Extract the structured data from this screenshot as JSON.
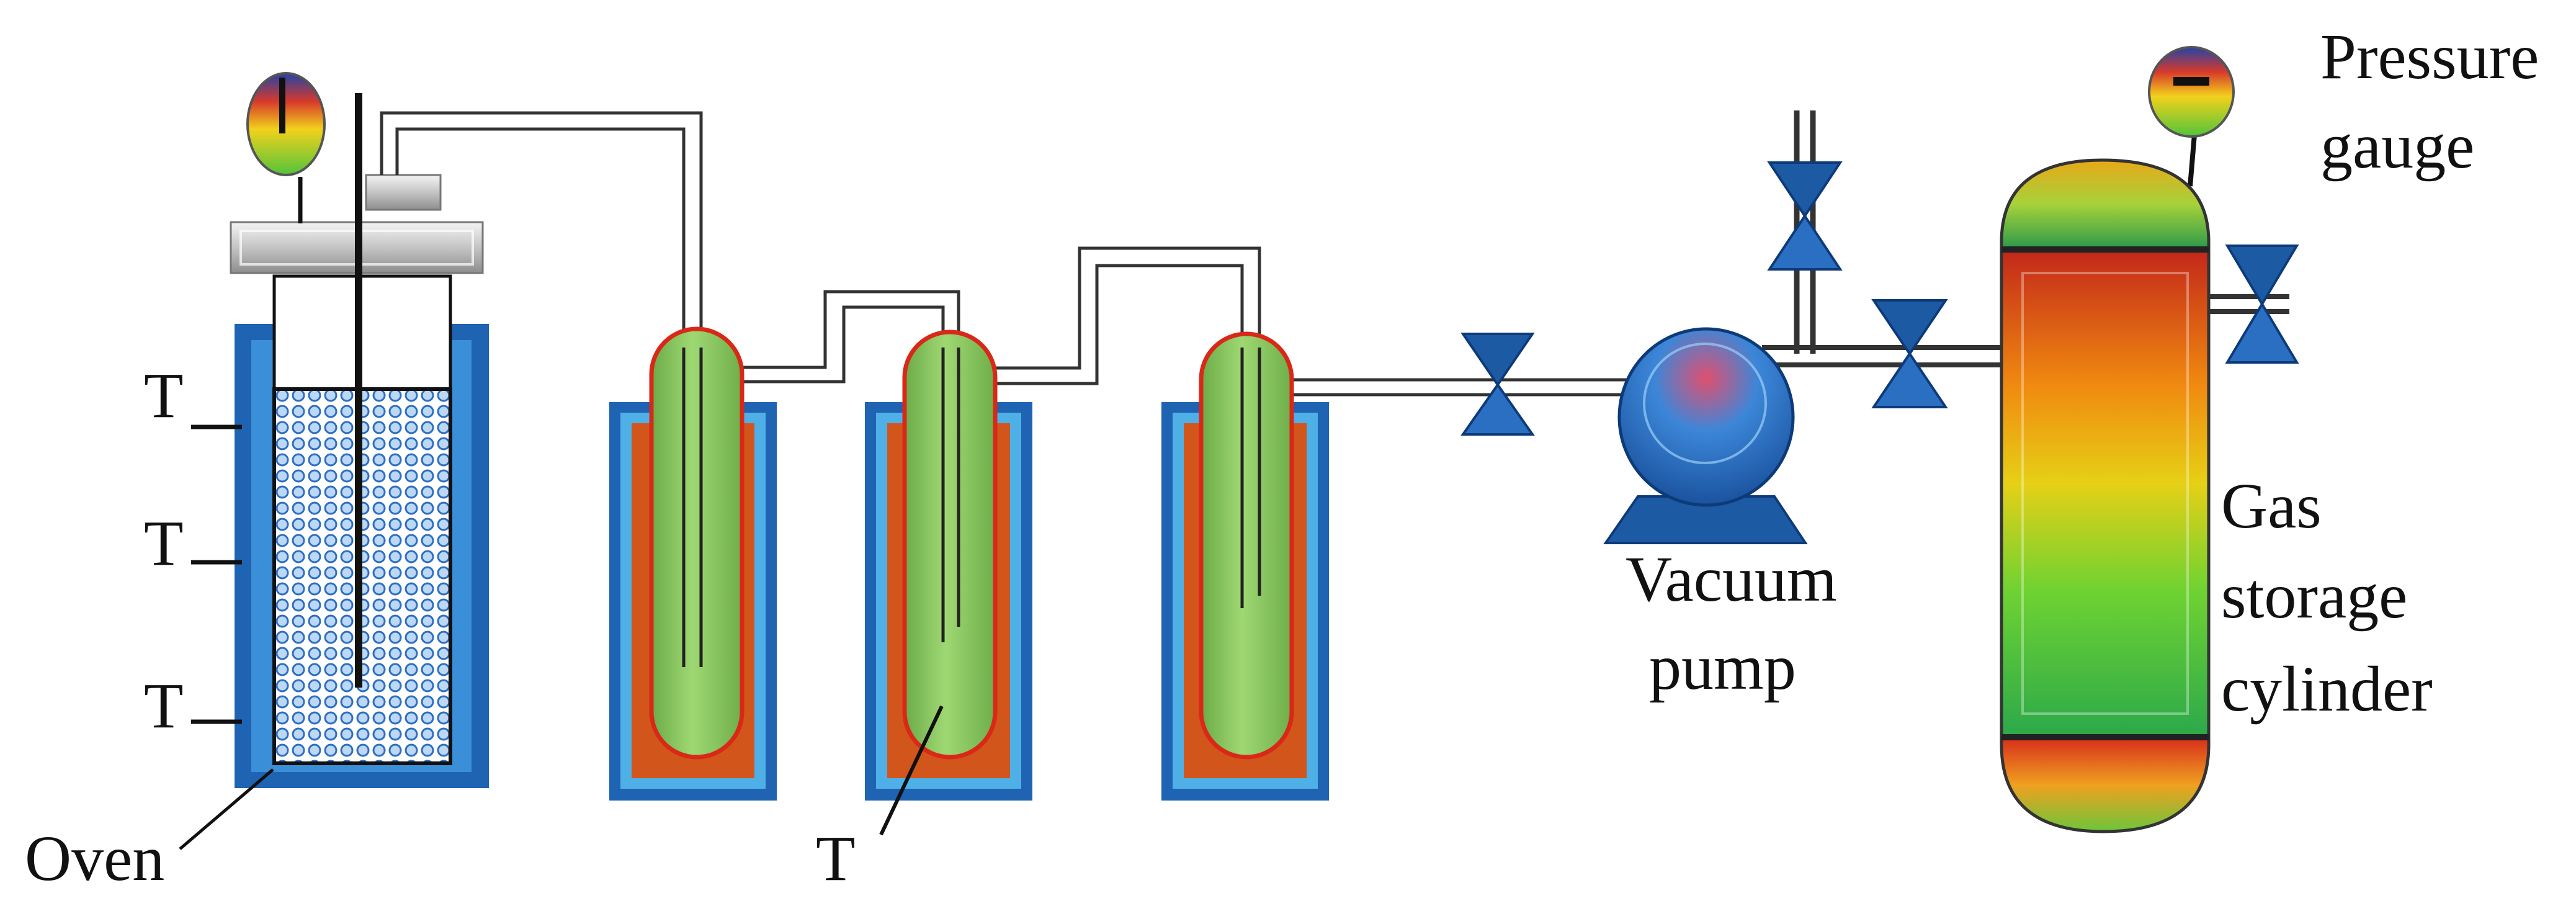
{
  "labels": {
    "temp_marker": "T",
    "oven": "Oven",
    "pressure_gauge": [
      "Pressure",
      "gauge"
    ],
    "vacuum_pump": [
      "Vacuum",
      "pump"
    ],
    "gas_storage_cylinder": [
      "Gas",
      "storage",
      "cylinder"
    ]
  },
  "colors": {
    "jacket_blue": "#1f63b3",
    "jacket_light_blue": "#4fb0e8",
    "jacket_orange": "#d2551c",
    "vessel_green": "#8ecb5a",
    "vessel_outline": "#d92818",
    "valve_blue": "#1d5aa4",
    "pipe": "#333333"
  }
}
